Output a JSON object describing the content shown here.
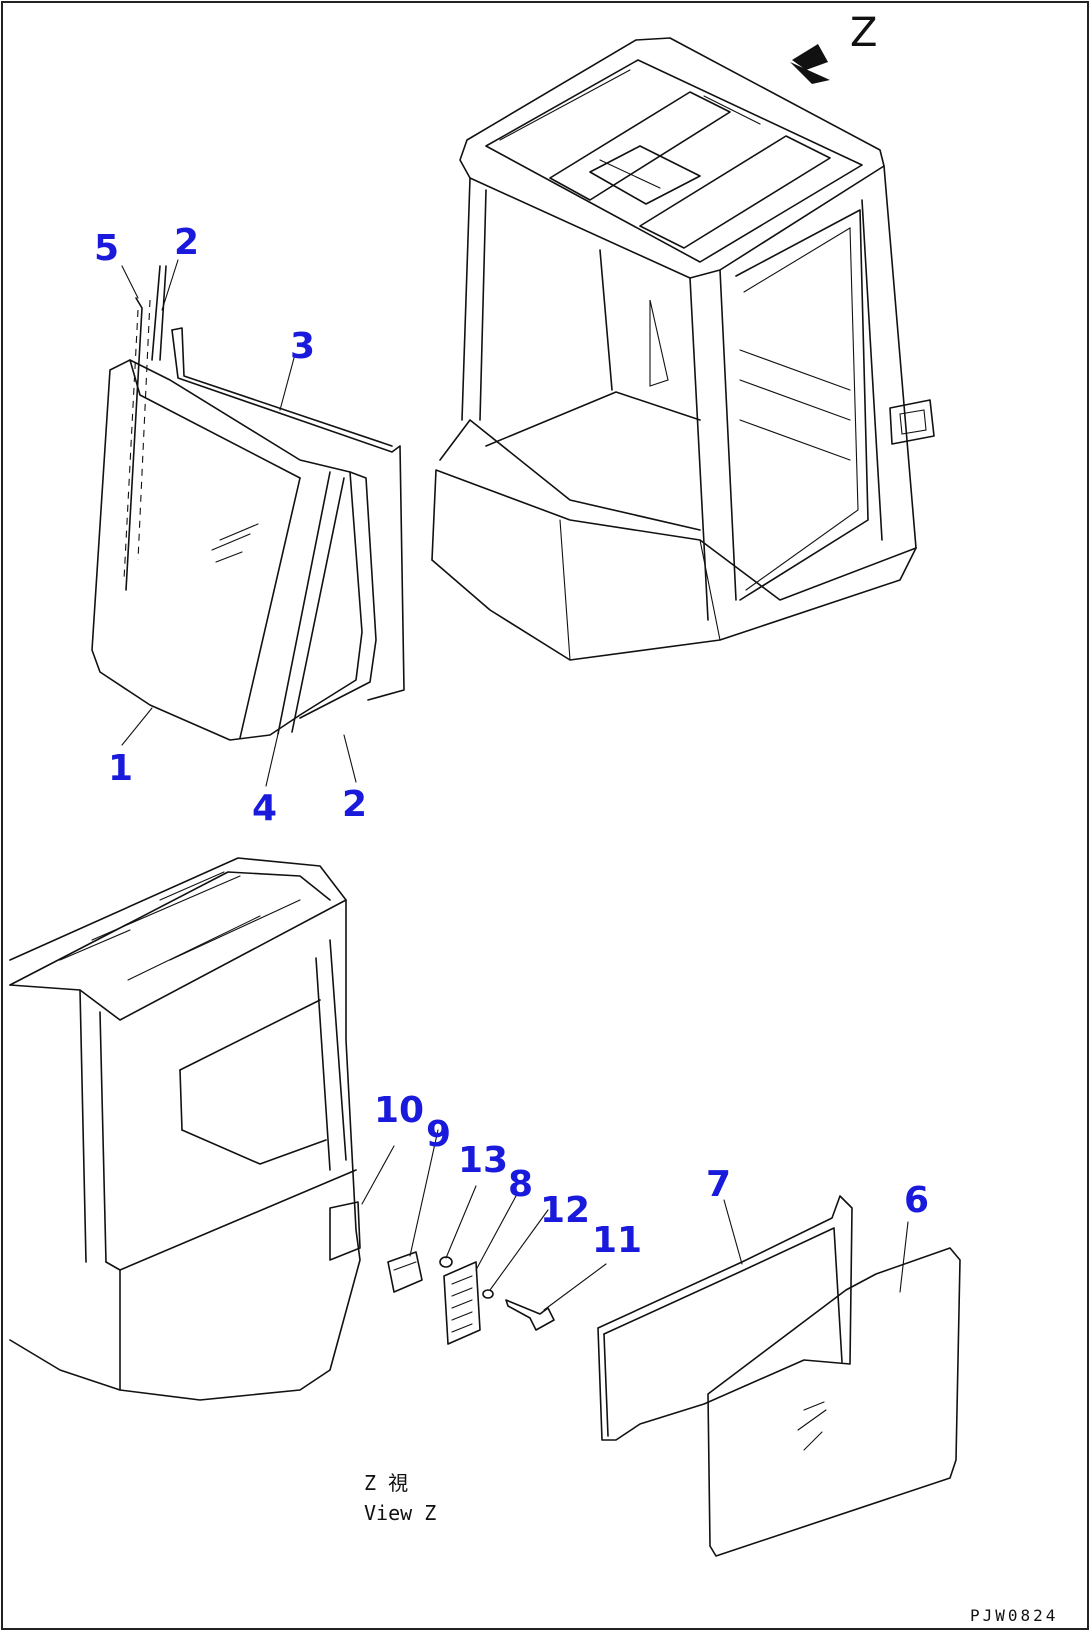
{
  "view_marker": {
    "letter": "Z"
  },
  "view_caption": {
    "line1": "Z 視",
    "line2": "View Z"
  },
  "drawing_code": "PJW0824",
  "callouts": {
    "c1": "1",
    "c2a": "2",
    "c2b": "2",
    "c3": "3",
    "c4": "4",
    "c5": "5",
    "c6": "6",
    "c7": "7",
    "c8": "8",
    "c9": "9",
    "c10": "10",
    "c11": "11",
    "c12": "12",
    "c13": "13"
  },
  "colors": {
    "callout": "#1a1adc",
    "line": "#111111"
  }
}
